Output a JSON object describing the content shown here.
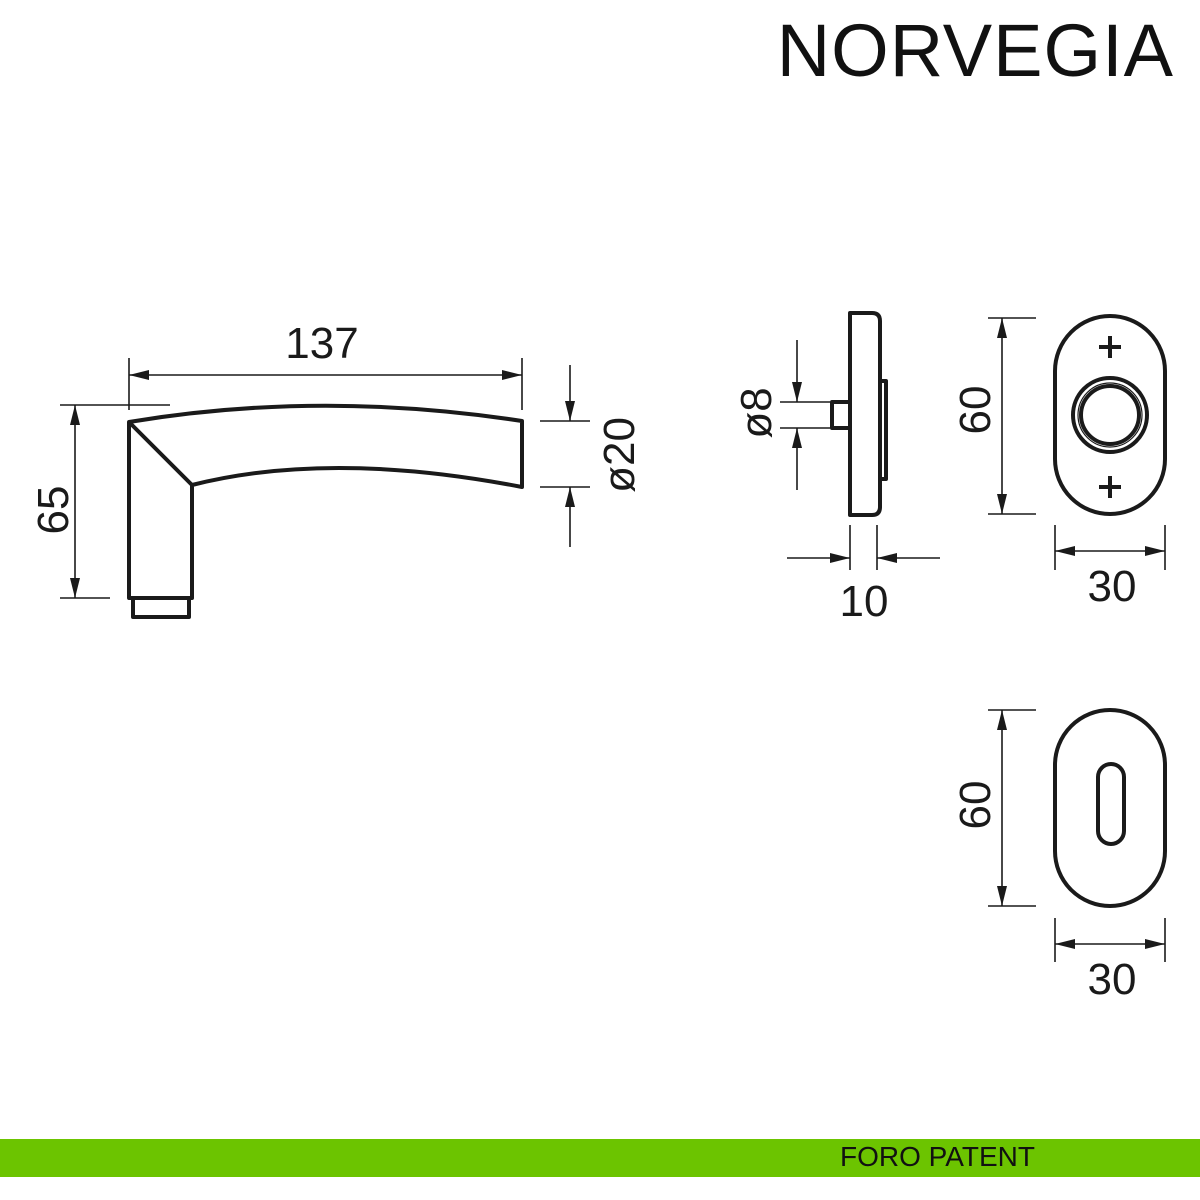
{
  "title": "NORVEGIA",
  "footer": {
    "label": "FORO PATENT",
    "color": "#6cc400"
  },
  "handle": {
    "length": "137",
    "height": "65",
    "diameter": "ø20"
  },
  "side_view": {
    "spindle": "ø8",
    "thickness": "10"
  },
  "rose": {
    "height": "60",
    "width": "30"
  },
  "keyhole_escutcheon": {
    "height": "60",
    "width": "30"
  }
}
